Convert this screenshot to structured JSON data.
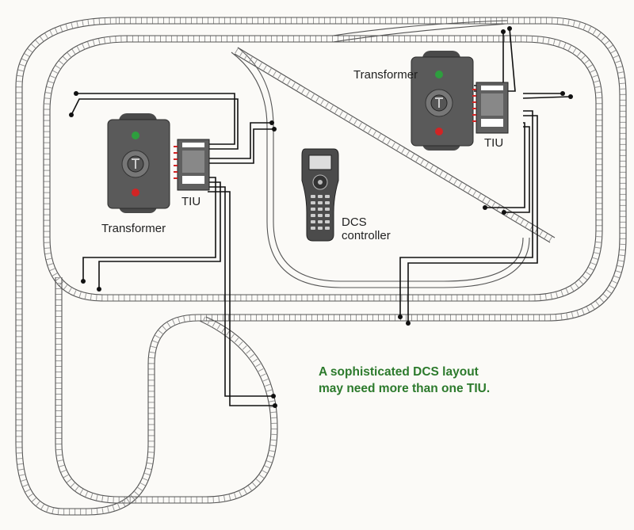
{
  "labels": {
    "transformer_left": "Transformer",
    "tiu_left": "TIU",
    "transformer_right": "Transformer",
    "tiu_right": "TIU",
    "dcs_line1": "DCS",
    "dcs_line2": "controller"
  },
  "caption": {
    "line1": "A sophisticated DCS layout",
    "line2": "may need more than one TIU."
  },
  "colors": {
    "track": "#555555",
    "wire": "#111111",
    "transformer_body": "#5a5a5a",
    "caption": "#2c7a2c",
    "lamp_green": "#2e9e3e",
    "lamp_red": "#d12424"
  },
  "icons": [
    "transformer-icon",
    "tiu-icon",
    "dcs-controller-icon",
    "track-loop",
    "wire-connection"
  ]
}
